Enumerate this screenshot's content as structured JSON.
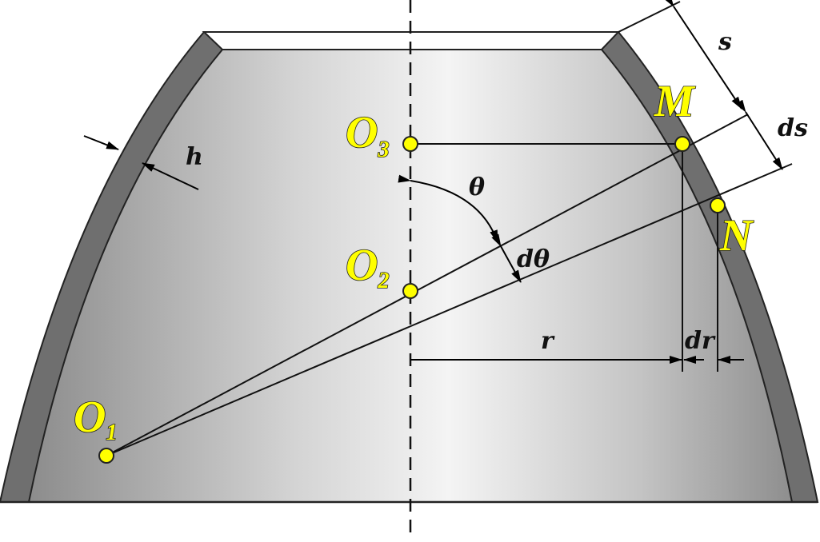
{
  "labels": {
    "s": "s",
    "ds": "ds",
    "h": "h",
    "theta": "θ",
    "dtheta": "dθ",
    "r": "r",
    "dr": "dr"
  },
  "points": {
    "O1": {
      "letter": "O",
      "sub": "1"
    },
    "O2": {
      "letter": "O",
      "sub": "2"
    },
    "O3": {
      "letter": "O",
      "sub": "3"
    },
    "M": {
      "letter": "M"
    },
    "N": {
      "letter": "N"
    }
  },
  "colors": {
    "shell_dark": "#6f6f6f",
    "body_light": "#f2f2f2",
    "body_mid": "#a9a9a9",
    "point_fill": "#ffff00"
  }
}
